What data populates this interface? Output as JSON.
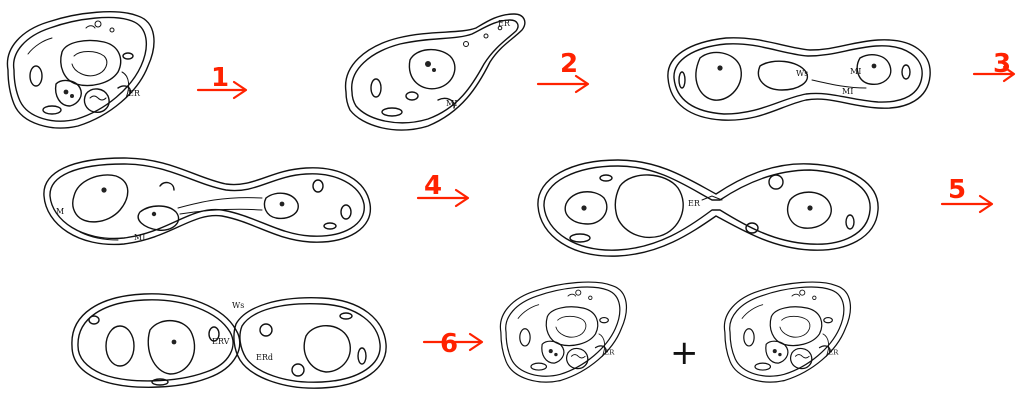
{
  "colors": {
    "accent": "#ff2200",
    "ink": "#111111",
    "background": "#ffffff"
  },
  "steps": [
    "1",
    "2",
    "3",
    "4",
    "5",
    "6"
  ],
  "operator": "+",
  "labels": {
    "er": "ER",
    "ws": "Ws",
    "mi": "MI",
    "m": "M",
    "erv": "ERV",
    "erd": "ERd"
  }
}
